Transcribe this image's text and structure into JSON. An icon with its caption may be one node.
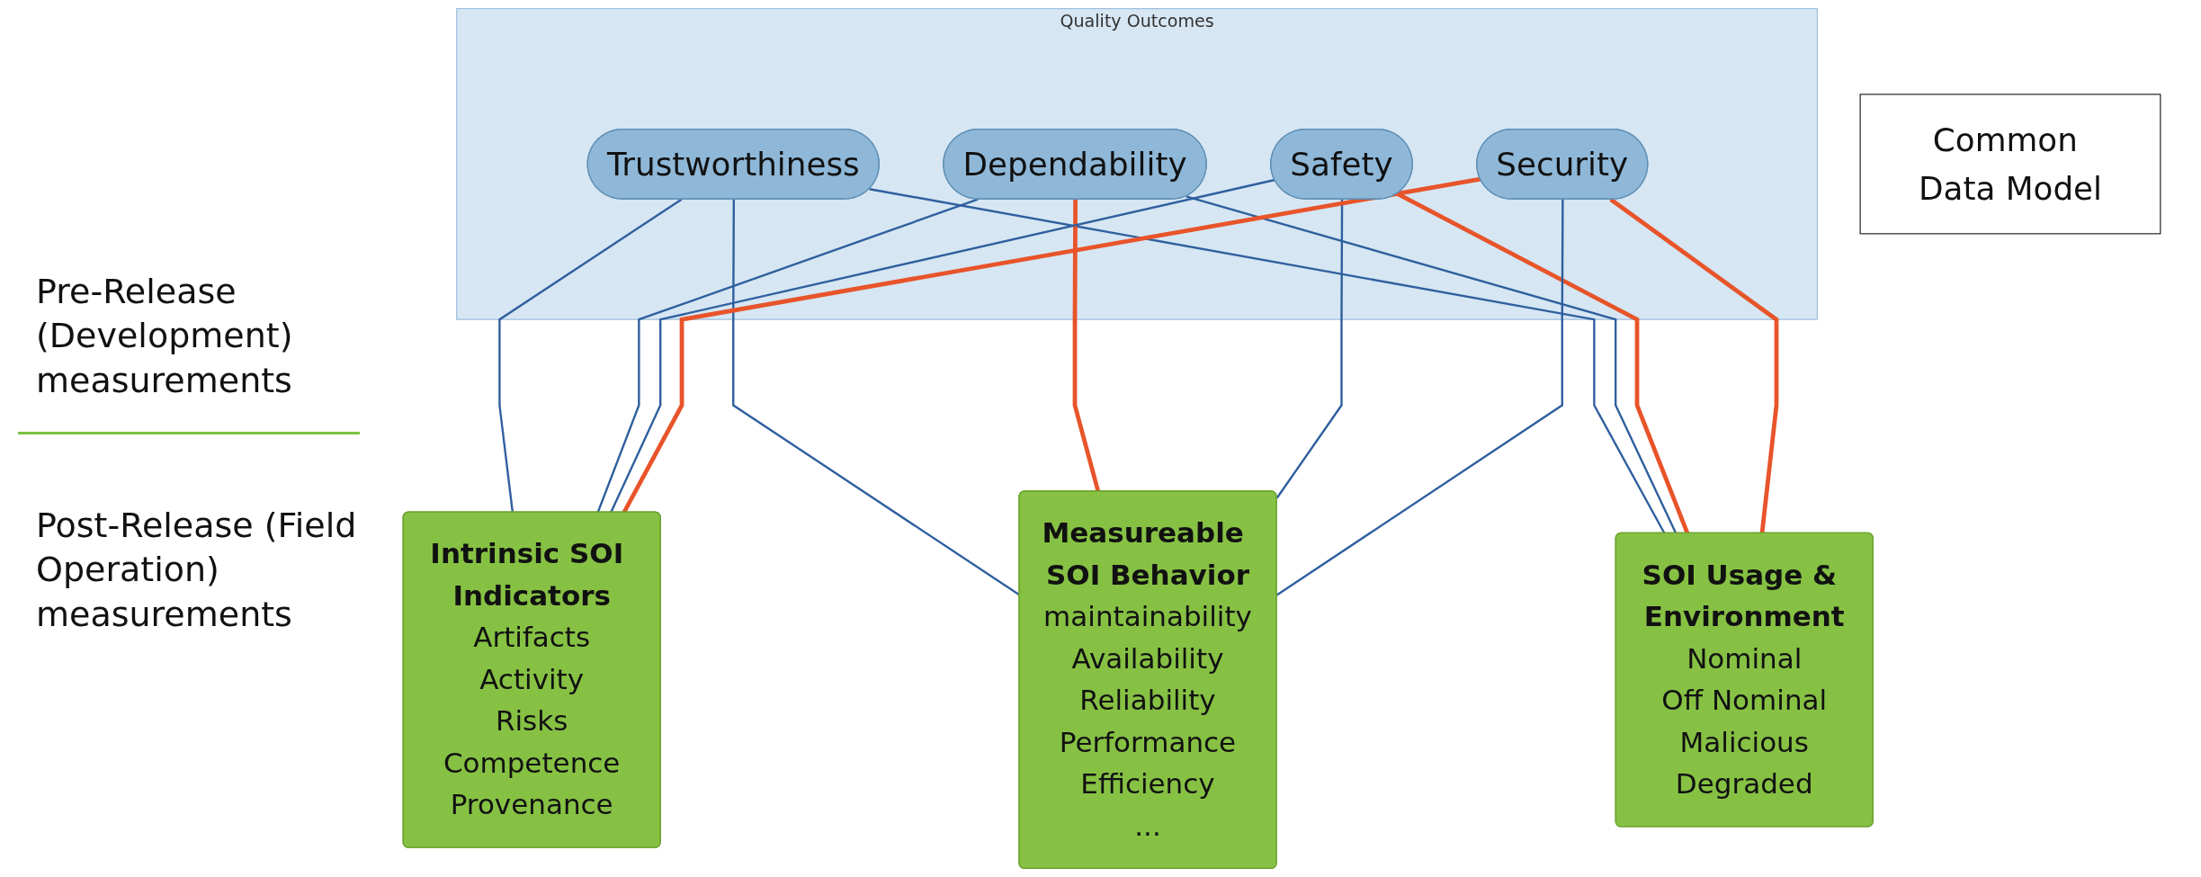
{
  "diagram": {
    "nodes": [
      {
        "text": [
          "Quality Outcomes"
        ]
      },
      {
        "text": [
          "Trustworthiness"
        ],
        "in": 0
      },
      {
        "text": [
          "Dependability"
        ],
        "in": 0
      },
      {
        "text": [
          "Safety"
        ],
        "in": 0
      },
      {
        "text": [
          "Security"
        ],
        "in": 0
      },
      {
        "text": [
          "Intrinsic SOI Indicators",
          "Artifacts",
          "Activity",
          "Risks",
          "Competence",
          "Provenance"
        ]
      },
      {
        "text": [
          "Measureable SOI Behavior",
          "maintainability",
          "Availability",
          "Reliability",
          "Performance",
          "Efficiency",
          "..."
        ]
      },
      {
        "text": [
          "SOI Usage & Environment",
          "Nominal",
          "Off Nominal",
          "Malicious",
          "Degraded"
        ]
      },
      {
        "text": [
          "Common Data Model"
        ]
      }
    ],
    "edges": [
      {
        "from": 1,
        "to": 5,
        "arrow": "none"
      },
      {
        "from": 1,
        "to": 6,
        "arrow": "none"
      },
      {
        "from": 1,
        "to": 7,
        "arrow": "none"
      },
      {
        "from": 2,
        "to": 5,
        "arrow": "none"
      },
      {
        "from": 2,
        "to": 6,
        "arrow": "none",
        "color": "#e8542a"
      },
      {
        "from": 2,
        "to": 7,
        "arrow": "none"
      },
      {
        "from": 3,
        "to": 5,
        "arrow": "none"
      },
      {
        "from": 3,
        "to": 6,
        "arrow": "none"
      },
      {
        "from": 3,
        "to": 7,
        "arrow": "none",
        "color": "#e8542a"
      },
      {
        "from": 4,
        "to": 5,
        "arrow": "none",
        "color": "#e8542a"
      },
      {
        "from": 4,
        "to": 6,
        "arrow": "none"
      },
      {
        "from": 4,
        "to": 7,
        "arrow": "none",
        "color": "#e8542a"
      }
    ],
    "labels": [
      "Pre-Release (Development) measurements",
      "Post-Release (Field Operation) measurements"
    ]
  }
}
